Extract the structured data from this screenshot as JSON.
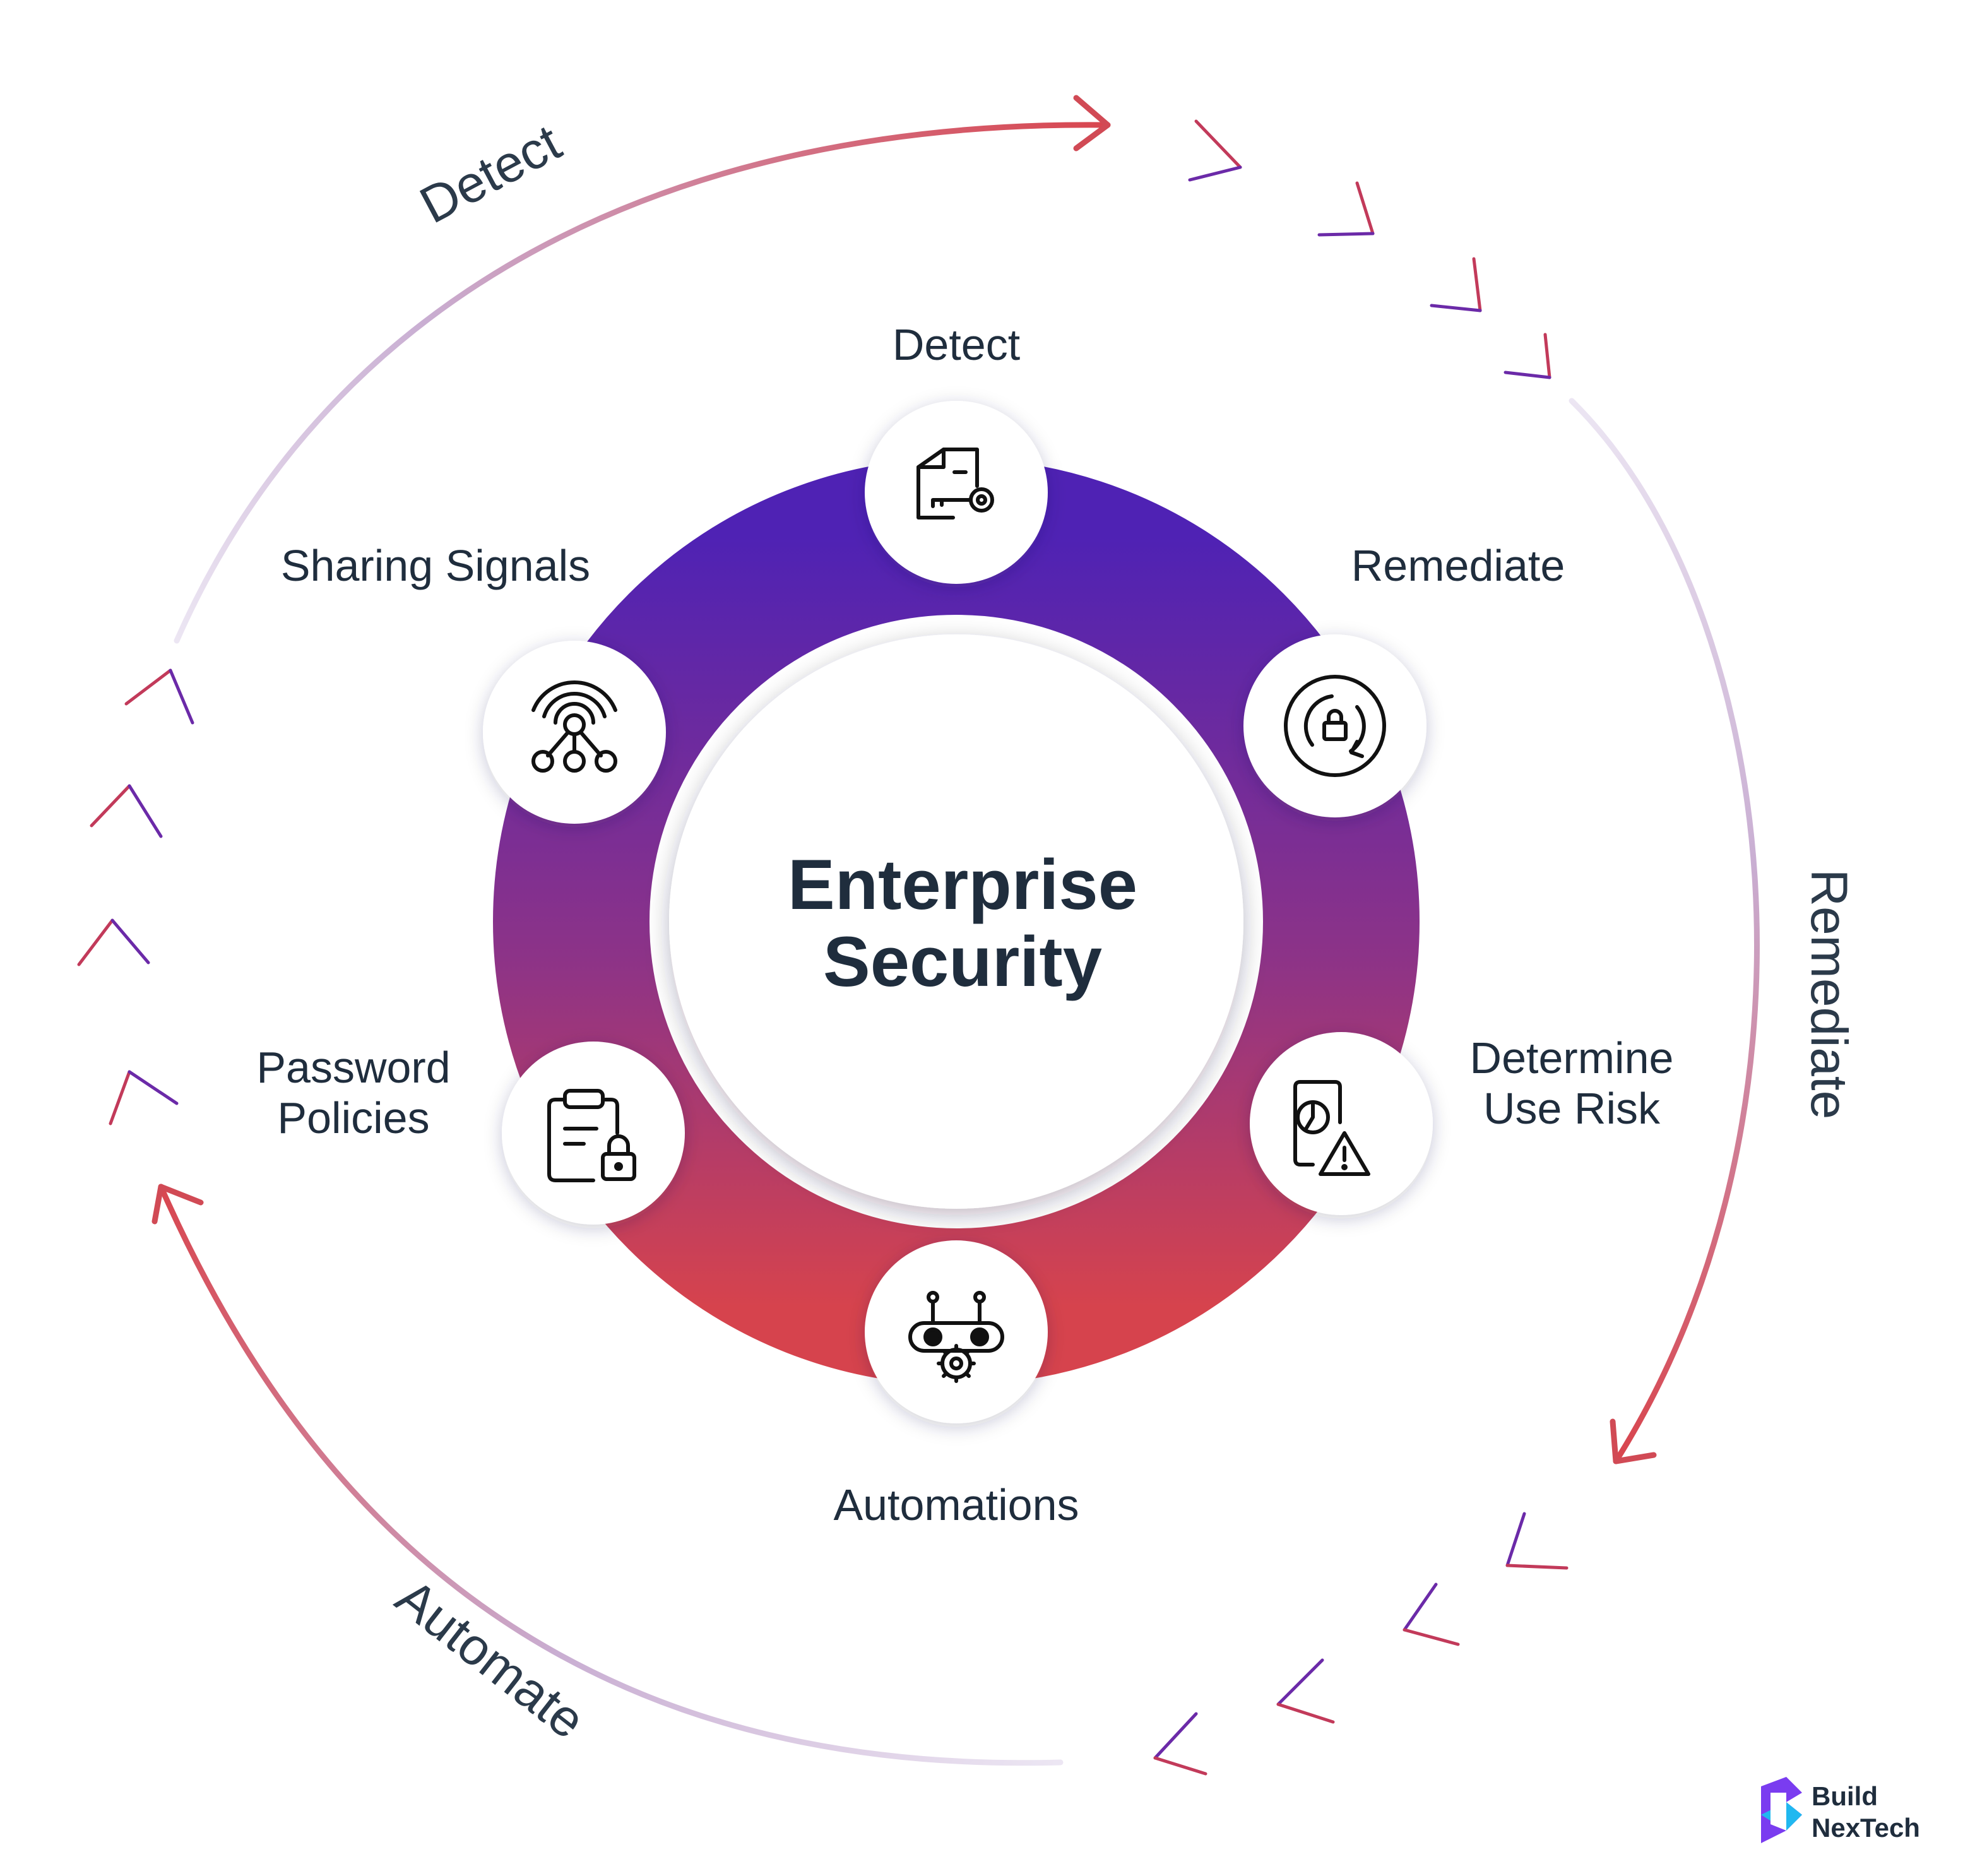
{
  "center": {
    "line1": "Enterprise",
    "line2": "Security"
  },
  "nodes": [
    {
      "id": "detect",
      "label_lines": [
        "Detect"
      ],
      "icon": "document-key-icon"
    },
    {
      "id": "remediate",
      "label_lines": [
        "Remediate"
      ],
      "icon": "lock-refresh-icon"
    },
    {
      "id": "determine-use-risk",
      "label_lines": [
        "Determine",
        "Use Risk"
      ],
      "icon": "report-warning-icon"
    },
    {
      "id": "automations",
      "label_lines": [
        "Automations"
      ],
      "icon": "robot-gear-icon"
    },
    {
      "id": "password-policies",
      "label_lines": [
        "Password",
        "Policies"
      ],
      "icon": "clipboard-lock-icon"
    },
    {
      "id": "sharing-signals",
      "label_lines": [
        "Sharing Signals"
      ],
      "icon": "broadcast-network-icon"
    }
  ],
  "cycle": {
    "detect": "Detect",
    "remediate": "Remediate",
    "automate": "Automate"
  },
  "brand": {
    "line1": "Build",
    "line2": "NexTech"
  },
  "colors": {
    "ring_top": "#4f22b4",
    "ring_bottom": "#d6434d",
    "text": "#1f2d3d",
    "arc_strong": "#d14a55",
    "arc_faint": "#d9cfe8",
    "chevron_a": "#c23a5a",
    "chevron_b": "#6b2aa8"
  }
}
